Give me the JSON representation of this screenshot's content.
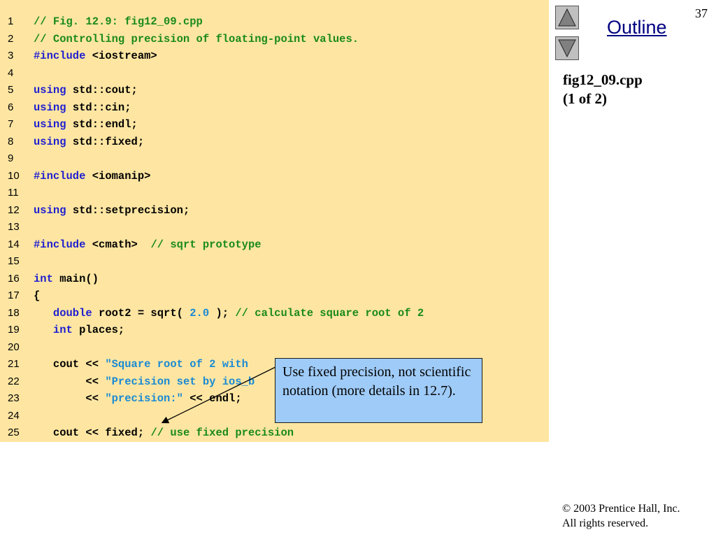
{
  "slide_number": "37",
  "nav": {
    "outline_label": "Outline",
    "up_icon": "triangle-up-icon",
    "down_icon": "triangle-down-icon"
  },
  "side": {
    "file_title": "fig12_09.cpp",
    "page_label": "(1 of 2)"
  },
  "callout": {
    "text": "Use fixed precision, not scientific notation (more details in 12.7)."
  },
  "footer": {
    "copyright": "© 2003 Prentice Hall, Inc.",
    "rights": "All rights reserved."
  },
  "colors": {
    "code_bg": "#fee6a2",
    "keyword": "#1f1fd0",
    "comment": "#1a8a1a",
    "string": "#1a8ad4",
    "callout_bg": "#9fcbf8"
  },
  "code_lines": [
    [
      {
        "t": "cm",
        "s": "// Fig. 12.9: fig12_09.cpp"
      }
    ],
    [
      {
        "t": "cm",
        "s": "// Controlling precision of floating-point values."
      }
    ],
    [
      {
        "t": "kw",
        "s": "#include"
      },
      {
        "t": "",
        "s": " <iostream>"
      }
    ],
    [],
    [
      {
        "t": "kw",
        "s": "using"
      },
      {
        "t": "",
        "s": " std::cout;"
      }
    ],
    [
      {
        "t": "kw",
        "s": "using"
      },
      {
        "t": "",
        "s": " std::cin;"
      }
    ],
    [
      {
        "t": "kw",
        "s": "using"
      },
      {
        "t": "",
        "s": " std::endl;"
      }
    ],
    [
      {
        "t": "kw",
        "s": "using"
      },
      {
        "t": "",
        "s": " std::fixed;"
      }
    ],
    [],
    [
      {
        "t": "kw",
        "s": "#include"
      },
      {
        "t": "",
        "s": " <iomanip>"
      }
    ],
    [],
    [
      {
        "t": "kw",
        "s": "using"
      },
      {
        "t": "",
        "s": " std::setprecision;"
      }
    ],
    [],
    [
      {
        "t": "kw",
        "s": "#include"
      },
      {
        "t": "",
        "s": " <cmath>  "
      },
      {
        "t": "cm",
        "s": "// sqrt prototype"
      }
    ],
    [],
    [
      {
        "t": "kw",
        "s": "int"
      },
      {
        "t": "",
        "s": " main()"
      }
    ],
    [
      {
        "t": "",
        "s": "{"
      }
    ],
    [
      {
        "t": "",
        "s": "   "
      },
      {
        "t": "kw",
        "s": "double"
      },
      {
        "t": "",
        "s": " root2 = sqrt( "
      },
      {
        "t": "st",
        "s": "2.0"
      },
      {
        "t": "",
        "s": " ); "
      },
      {
        "t": "cm",
        "s": "// calculate square root of 2"
      }
    ],
    [
      {
        "t": "",
        "s": "   "
      },
      {
        "t": "kw",
        "s": "int"
      },
      {
        "t": "",
        "s": " places;"
      }
    ],
    [],
    [
      {
        "t": "",
        "s": "   cout << "
      },
      {
        "t": "st",
        "s": "\"Square root of 2 with"
      }
    ],
    [
      {
        "t": "",
        "s": "        << "
      },
      {
        "t": "st",
        "s": "\"Precision set by ios_b"
      }
    ],
    [
      {
        "t": "",
        "s": "        << "
      },
      {
        "t": "st",
        "s": "\"precision:\""
      },
      {
        "t": "",
        "s": " << endl;"
      }
    ],
    [],
    [
      {
        "t": "",
        "s": "   cout << fixed; "
      },
      {
        "t": "cm",
        "s": "// use fixed precision"
      }
    ]
  ]
}
